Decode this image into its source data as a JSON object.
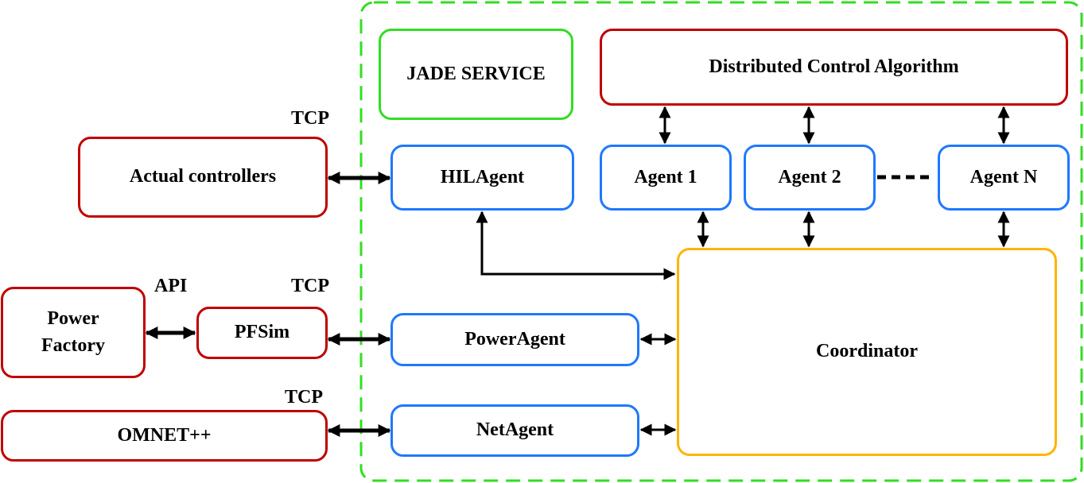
{
  "diagram": {
    "colors": {
      "external": "#c00000",
      "agent": "#1f78ff",
      "jade": "#33dd22",
      "coordinator": "#ffb400",
      "container_border": "#33dd22",
      "arrow": "#000000"
    },
    "nodes": {
      "jade_service": "JADE SERVICE",
      "distributed_control": "Distributed Control Algorithm",
      "actual_controllers": "Actual controllers",
      "hil_agent": "HILAgent",
      "agent_1": "Agent 1",
      "agent_2": "Agent 2",
      "agent_n": "Agent N",
      "power_factory": "Power\nFactory",
      "pfsim": "PFSim",
      "power_agent": "PowerAgent",
      "omnet": "OMNET++",
      "net_agent": "NetAgent",
      "coordinator": "Coordinator"
    },
    "labels": {
      "tcp_hil": "TCP",
      "api": "API",
      "tcp_pfsim": "TCP",
      "tcp_omnet": "TCP"
    },
    "edges": [
      {
        "from": "actual_controllers",
        "to": "hil_agent",
        "label": "TCP",
        "direction": "both"
      },
      {
        "from": "power_factory",
        "to": "pfsim",
        "label": "API",
        "direction": "both"
      },
      {
        "from": "pfsim",
        "to": "power_agent",
        "label": "TCP",
        "direction": "both"
      },
      {
        "from": "omnet",
        "to": "net_agent",
        "label": "TCP",
        "direction": "both"
      },
      {
        "from": "distributed_control",
        "to": "agent_1",
        "direction": "both"
      },
      {
        "from": "distributed_control",
        "to": "agent_2",
        "direction": "both"
      },
      {
        "from": "distributed_control",
        "to": "agent_n",
        "direction": "both"
      },
      {
        "from": "agent_1",
        "to": "coordinator",
        "direction": "both"
      },
      {
        "from": "agent_2",
        "to": "coordinator",
        "direction": "both"
      },
      {
        "from": "agent_n",
        "to": "coordinator",
        "direction": "both"
      },
      {
        "from": "hil_agent",
        "to": "coordinator",
        "direction": "both"
      },
      {
        "from": "power_agent",
        "to": "coordinator",
        "direction": "both"
      },
      {
        "from": "net_agent",
        "to": "coordinator",
        "direction": "both"
      }
    ]
  }
}
